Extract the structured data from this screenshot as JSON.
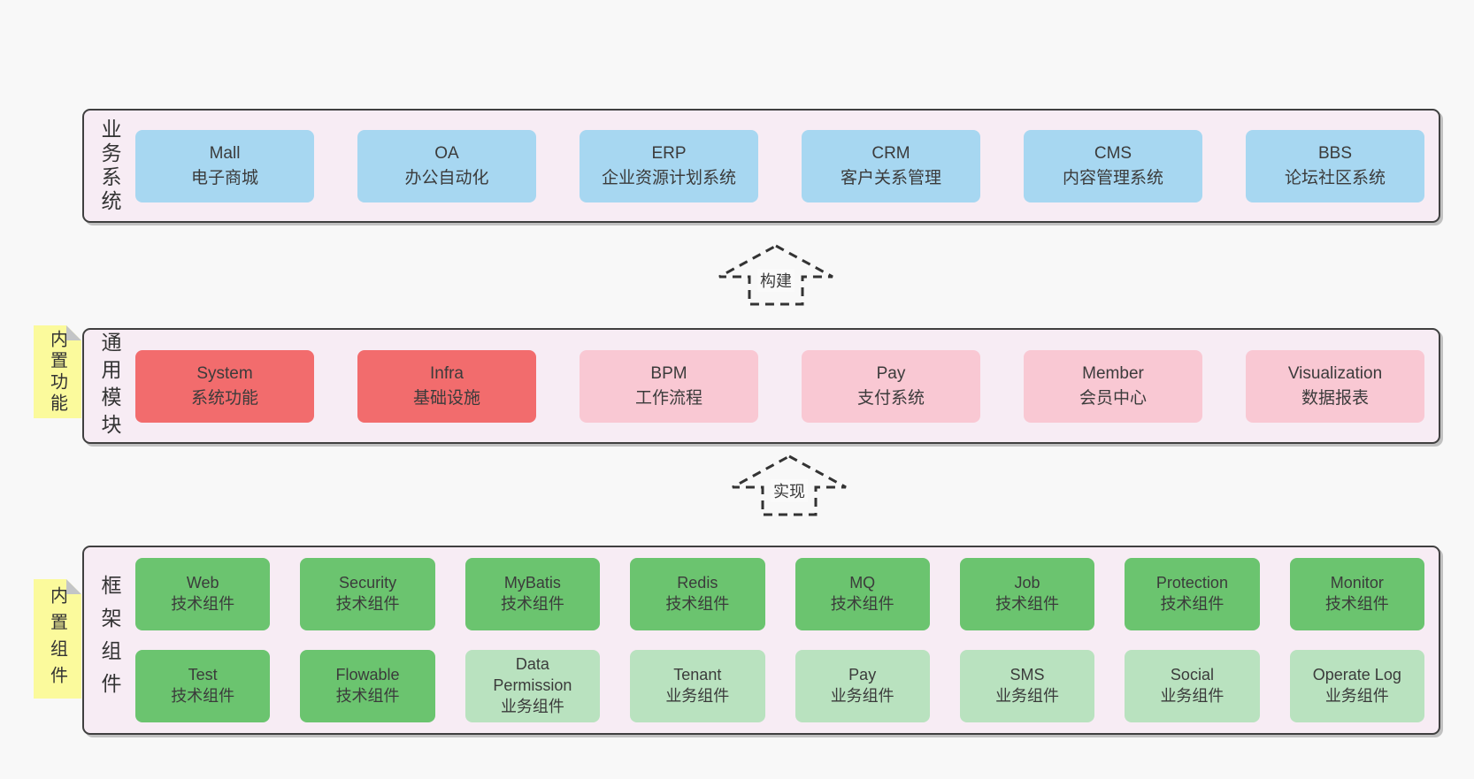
{
  "colors": {
    "page_background": "#f8f8f8",
    "panel_background": "#f7ecf4",
    "panel_border": "#404040",
    "business_box": "#a7d7f1",
    "core_module_box": "#f26c6d",
    "optional_module_box": "#f9c8d3",
    "tech_component_box": "#6bc46f",
    "biz_component_box": "#b9e2bf",
    "sticky_note": "#fbfa9c"
  },
  "layers": {
    "business": {
      "label": "业务系统",
      "boxes": [
        {
          "title": "Mall",
          "subtitle": "电子商城",
          "type": "blue"
        },
        {
          "title": "OA",
          "subtitle": "办公自动化",
          "type": "blue"
        },
        {
          "title": "ERP",
          "subtitle": "企业资源计划系统",
          "type": "blue"
        },
        {
          "title": "CRM",
          "subtitle": "客户关系管理",
          "type": "blue"
        },
        {
          "title": "CMS",
          "subtitle": "内容管理系统",
          "type": "blue"
        },
        {
          "title": "BBS",
          "subtitle": "论坛社区系统",
          "type": "blue"
        }
      ]
    },
    "modules": {
      "sticky_label": "内置功能",
      "label": "通用模块",
      "boxes": [
        {
          "title": "System",
          "subtitle": "系统功能",
          "type": "red"
        },
        {
          "title": "Infra",
          "subtitle": "基础设施",
          "type": "red"
        },
        {
          "title": "BPM",
          "subtitle": "工作流程",
          "type": "pink"
        },
        {
          "title": "Pay",
          "subtitle": "支付系统",
          "type": "pink"
        },
        {
          "title": "Member",
          "subtitle": "会员中心",
          "type": "pink"
        },
        {
          "title": "Visualization",
          "subtitle": "数据报表",
          "type": "pink"
        }
      ]
    },
    "components": {
      "sticky_label": "内置组件",
      "label": "框架组件",
      "row1": [
        {
          "title": "Web",
          "subtitle": "技术组件",
          "type": "green"
        },
        {
          "title": "Security",
          "subtitle": "技术组件",
          "type": "green"
        },
        {
          "title": "MyBatis",
          "subtitle": "技术组件",
          "type": "green"
        },
        {
          "title": "Redis",
          "subtitle": "技术组件",
          "type": "green"
        },
        {
          "title": "MQ",
          "subtitle": "技术组件",
          "type": "green"
        },
        {
          "title": "Job",
          "subtitle": "技术组件",
          "type": "green"
        },
        {
          "title": "Protection",
          "subtitle": "技术组件",
          "type": "green"
        },
        {
          "title": "Monitor",
          "subtitle": "技术组件",
          "type": "green"
        }
      ],
      "row2": [
        {
          "title": "Test",
          "subtitle": "技术组件",
          "type": "green"
        },
        {
          "title": "Flowable",
          "subtitle": "技术组件",
          "type": "green"
        },
        {
          "title": "Data Permission",
          "subtitle": "业务组件",
          "type": "lightgreen"
        },
        {
          "title": "Tenant",
          "subtitle": "业务组件",
          "type": "lightgreen"
        },
        {
          "title": "Pay",
          "subtitle": "业务组件",
          "type": "lightgreen"
        },
        {
          "title": "SMS",
          "subtitle": "业务组件",
          "type": "lightgreen"
        },
        {
          "title": "Social",
          "subtitle": "业务组件",
          "type": "lightgreen"
        },
        {
          "title": "Operate Log",
          "subtitle": "业务组件",
          "type": "lightgreen"
        }
      ]
    }
  },
  "arrows": {
    "build_label": "构建",
    "implement_label": "实现"
  }
}
